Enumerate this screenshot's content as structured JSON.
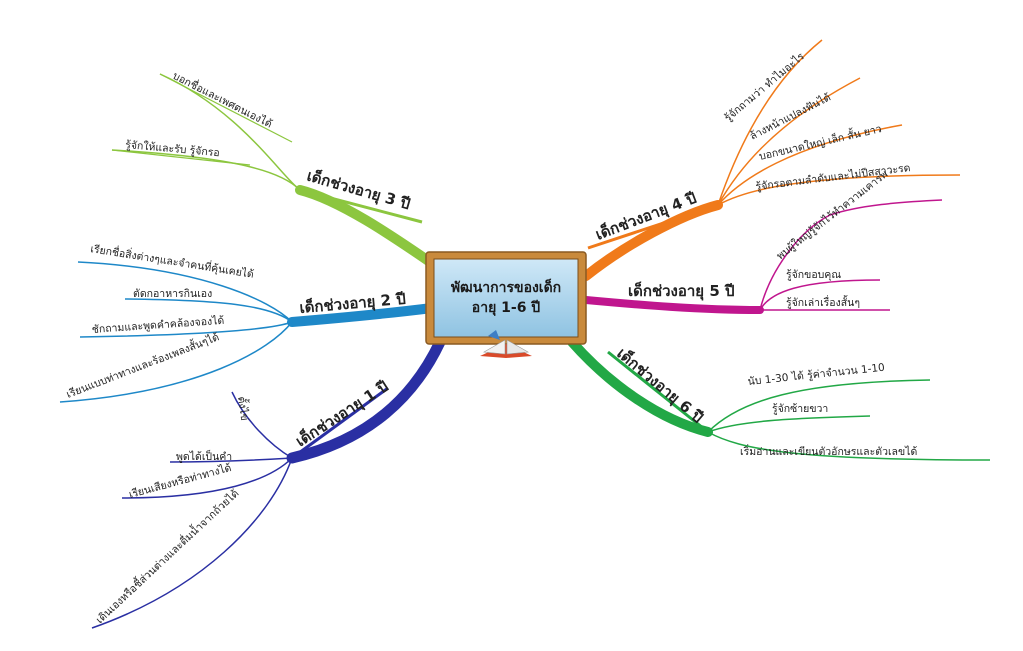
{
  "center": {
    "title_line1": "พัฒนาการของเด็ก",
    "title_line2": "อายุ 1-6 ปี"
  },
  "branches": {
    "age1": {
      "label": "เด็กช่วงอายุ 1 ปี",
      "color": "#2a2fa3",
      "items": [
        "ตั้งไข่",
        "พูดได้เป็นคำ",
        "เรียนเสียงหรือท่าทางได้",
        "เดินเองหรือชี้ส่วนต่างและดื่มน้ำจากถ้วยได้"
      ]
    },
    "age2": {
      "label": "เด็กช่วงอายุ 2 ปี",
      "color": "#1e88c8",
      "items": [
        "เรียกชื่อสิ่งต่างๆและจำคนที่คุ้นเคยได้",
        "ตัดกอาหารกินเอง",
        "ชักถามและพูดคำคล้องจองได้",
        "เรียนแบบท่าทางและร้องเพลงสั้นๆได้"
      ]
    },
    "age3": {
      "label": "เด็กช่วงอายุ 3 ปี",
      "color": "#8cc63f",
      "items": [
        "บอกชื่อและเพศตนเองได้",
        "รู้จักให้และรับ รู้จักรอ"
      ]
    },
    "age4": {
      "label": "เด็กช่วงอายุ 4 ปี",
      "color": "#f07a1a",
      "items": [
        "รู้จักถามว่า ทำไมอะไร",
        "ล้างหน้าแปลงฟันได้",
        "บอกขนาดใหญ่ เล็ก สั้น ยาว",
        "รู้จักรอตามลำดับและไม่ปีสสาวะรด"
      ]
    },
    "age5": {
      "label": "เด็กช่วงอายุ 5 ปี",
      "color": "#c0168e",
      "items": [
        "พบผู้ใหญ่รู้จักไว้ทำความเคารพ",
        "รู้จักขอบคุณ",
        "รู้จักเล่าเรื่องสั้นๆ"
      ]
    },
    "age6": {
      "label": "เด็กช่วงอายุ 6 ปี",
      "color": "#22a846",
      "items": [
        "นับ 1-30 ได้ รู้ค่าจำนวน 1-10",
        "รู้จักซ้ายขวา",
        "เริ่มอ่านและเขียนตัวอักษรและตัวเลขได้"
      ]
    }
  }
}
